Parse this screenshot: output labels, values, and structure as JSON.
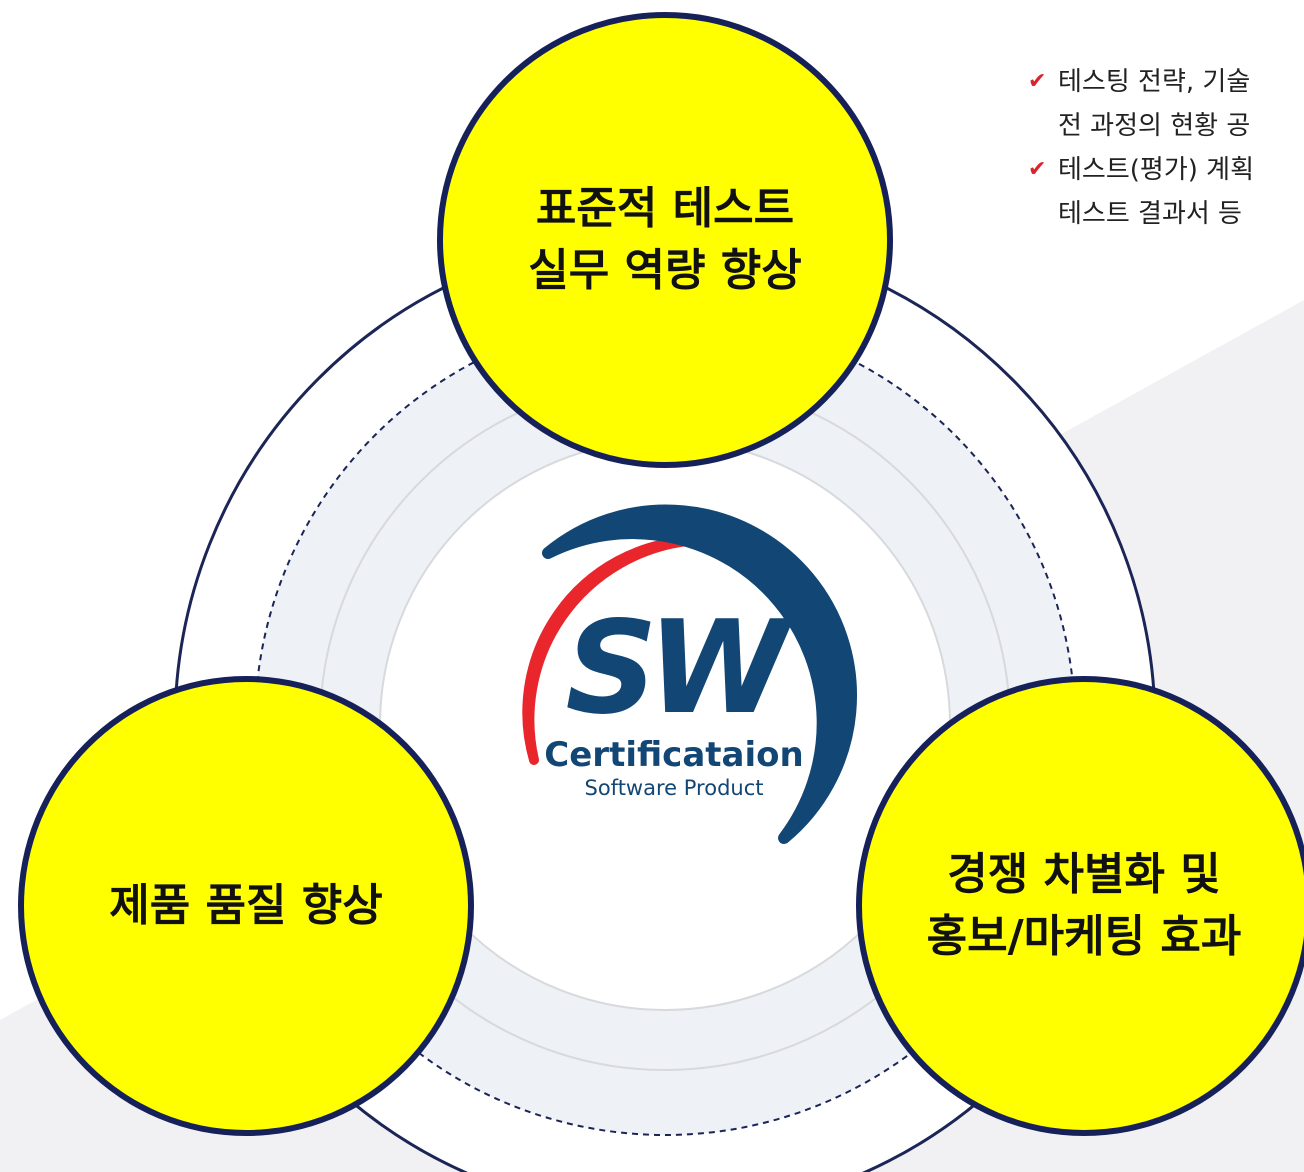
{
  "colors": {
    "bubble_fill": "#ffff00",
    "bubble_border": "#16215a",
    "logo_navy": "#124674",
    "logo_red": "#e8262c",
    "check_red": "#d9232d"
  },
  "circles": {
    "top": {
      "lines": [
        "표준적 테스트",
        "실무 역량 향상"
      ]
    },
    "left": {
      "lines": [
        "제품 품질 향상"
      ]
    },
    "right": {
      "lines": [
        "경쟁 차별화 및",
        "홍보/마케팅 효과"
      ]
    }
  },
  "logo": {
    "mark": "SW",
    "title": "Certificataion",
    "subtitle": "Software Product"
  },
  "bullets": [
    {
      "icon": "check-icon",
      "lines": [
        "테스팅 전략, 기술",
        "전 과정의 현황 공"
      ]
    },
    {
      "icon": "check-icon",
      "lines": [
        "테스트(평가) 계획",
        "테스트 결과서 등"
      ]
    }
  ]
}
